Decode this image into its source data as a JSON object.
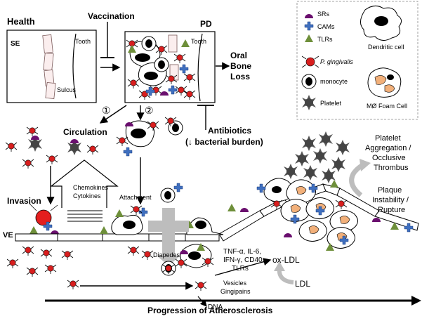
{
  "panels": {
    "health_title": "Health",
    "health_se": "SE",
    "health_tooth": "Tooth",
    "health_sulcus": "Sulcus",
    "pd_title": "PD",
    "pd_tooth": "Tooth"
  },
  "labels": {
    "vaccination": "Vaccination",
    "oral": "Oral",
    "bone": "Bone",
    "loss": "Loss",
    "step1": "①",
    "step2": "②",
    "circulation": "Circulation",
    "antibiotics": "Antibiotics",
    "bacterial_burden": "(↓ bacterial burden)",
    "invasion": "Invasion",
    "chemokines": "Chemokines",
    "cytokines": "Cytokines",
    "attachment": "Attachment",
    "ve": "VE",
    "diapedesis": "Diapedesis",
    "mediators_1": "TNF-α, IL-6,",
    "mediators_2": "IFN-γ, CD40,",
    "mediators_3": "TLRs",
    "vesicles": "Vesicles",
    "gingipains": "Gingipains",
    "dna": "DNA",
    "ox_ldl": "ox-LDL",
    "ldl": "LDL",
    "platelet_agg_1": "Platelet",
    "platelet_agg_2": "Aggregation /",
    "platelet_agg_3": "Occlusive",
    "platelet_agg_4": "Thrombus",
    "plaque_1": "Plaque",
    "plaque_2": "Instability /",
    "plaque_3": "Rupture",
    "progression": "Progression of Atherosclerosis"
  },
  "legend": {
    "srs": "SRs",
    "cams": "CAMs",
    "tlrs": "TLRs",
    "dendritic": "Dendritic cell",
    "pg": "P. gingivalis",
    "monocyte": "monocyte",
    "platelet": "Platelet",
    "foam": "MØ Foam Cell"
  },
  "colors": {
    "sr_purple": "#6a0f6e",
    "cam_blue": "#3f6fbf",
    "tlr_green": "#6e8f3a",
    "bacterium_red": "#d81e1e",
    "foam_orange": "#f2b07a",
    "platelet_gray": "#555555",
    "arrow_gray": "#bdbdbd"
  }
}
